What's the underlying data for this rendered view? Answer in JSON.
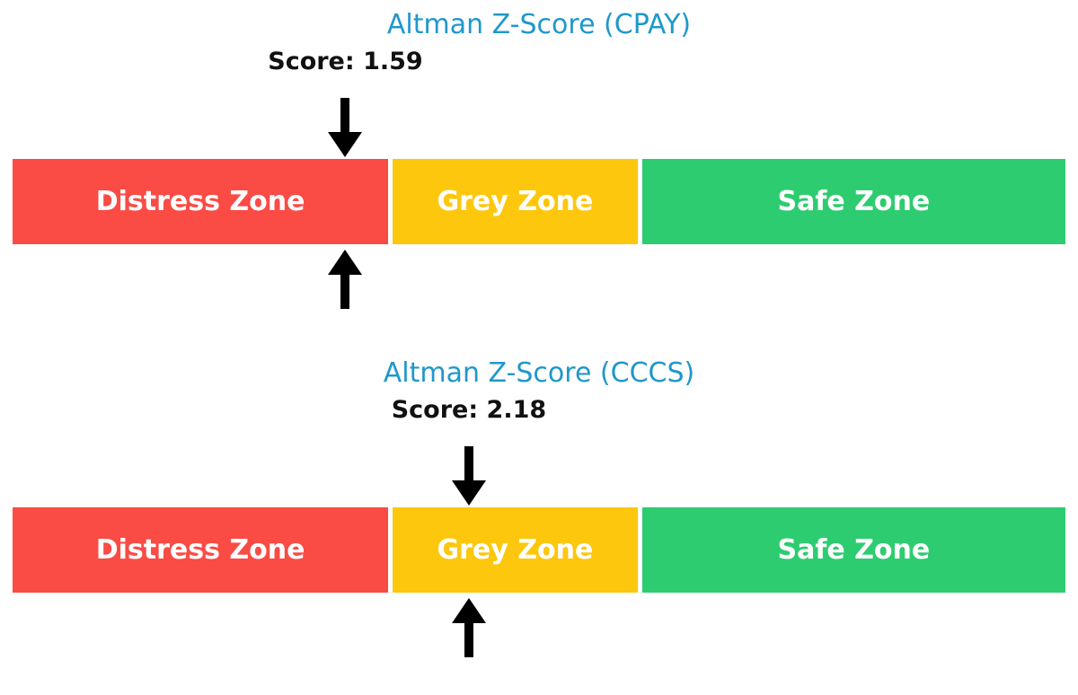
{
  "styles": {
    "background": "#ffffff",
    "title_color": "#1F98CB",
    "score_color": "#111111",
    "zone_label_color": "#ffffff",
    "arrow_color": "#000000"
  },
  "chart_data": [
    {
      "type": "bar",
      "variant": "horizontal-stacked-zone-indicator",
      "title": "Altman Z-Score (CPAY)",
      "score": 1.59,
      "score_label": "Score: 1.59",
      "axis_min": 0,
      "axis_max": 5.03,
      "legend": "none",
      "grid": false,
      "marker": "black down-arrow above bar and up-arrow below bar at score position",
      "zones": [
        {
          "label": "Distress Zone",
          "from": 0,
          "to": 1.81,
          "color": "#FB4B45"
        },
        {
          "label": "Grey Zone",
          "from": 1.81,
          "to": 2.99,
          "color": "#FDC70D"
        },
        {
          "label": "Safe Zone",
          "from": 2.99,
          "to": 5.03,
          "color": "#2ECC70"
        }
      ]
    },
    {
      "type": "bar",
      "variant": "horizontal-stacked-zone-indicator",
      "title": "Altman Z-Score (CCCS)",
      "score": 2.18,
      "score_label": "Score: 2.18",
      "axis_min": 0,
      "axis_max": 5.03,
      "legend": "none",
      "grid": false,
      "marker": "black down-arrow above bar and up-arrow below bar at score position",
      "zones": [
        {
          "label": "Distress Zone",
          "from": 0,
          "to": 1.81,
          "color": "#FB4B45"
        },
        {
          "label": "Grey Zone",
          "from": 1.81,
          "to": 2.99,
          "color": "#FDC70D"
        },
        {
          "label": "Safe Zone",
          "from": 2.99,
          "to": 5.03,
          "color": "#2ECC70"
        }
      ]
    }
  ]
}
